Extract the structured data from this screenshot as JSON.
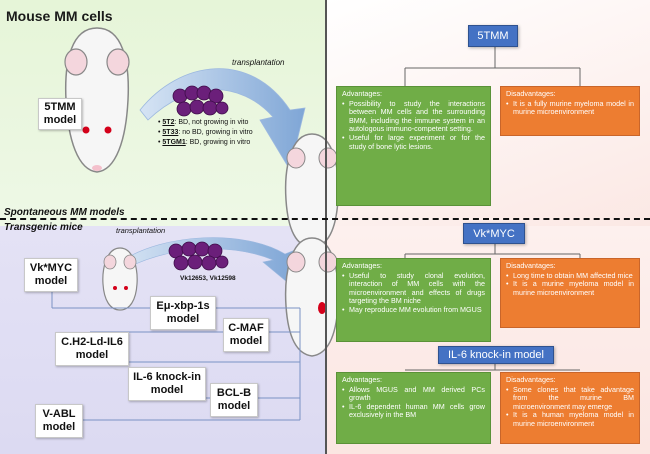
{
  "left_top": {
    "title": "Mouse MM cells",
    "arrow_label": "transplantation",
    "model_box": "5TMM\nmodel",
    "strains": [
      {
        "name": "5T2",
        "desc": ": BD, not growing in vito"
      },
      {
        "name": "5T33",
        "desc": ": no BD, growing in vitro"
      },
      {
        "name": "5TGM1",
        "desc": ": BD, growing in vitro"
      }
    ]
  },
  "section_labels": {
    "spontaneous": "Spontaneous MM models",
    "transgenic": "Transgenic mice"
  },
  "left_bottom": {
    "arrow_label": "transplantation",
    "cell_labels": "Vk12653, Vk12598",
    "models": [
      {
        "key": "vkmyc",
        "label": "Vk*MYC\nmodel"
      },
      {
        "key": "xbp",
        "label": "Eμ-xbp-1s\nmodel"
      },
      {
        "key": "cmaf",
        "label": "C-MAF\nmodel"
      },
      {
        "key": "h2",
        "label": "C.H2-Ld-IL6\nmodel"
      },
      {
        "key": "il6",
        "label": "IL-6 knock-in\nmodel"
      },
      {
        "key": "bclb",
        "label": "BCL-B\nmodel"
      },
      {
        "key": "vabl",
        "label": "V-ABL\nmodel"
      }
    ]
  },
  "right": {
    "sections": [
      {
        "title": "5TMM",
        "adv_head": "Advantages:",
        "adv": [
          "Possibility to study the interactions between MM cells and the surrounding BMM, including the immune system in an autologous immuno-competent setting.",
          "Useful for large experiment or for the study of bone lytic lesions."
        ],
        "dis_head": "Disadvantages:",
        "dis": [
          "It is a fully murine myeloma model in murine microenvironment"
        ]
      },
      {
        "title": "Vk*MYC",
        "adv_head": "Advantages:",
        "adv": [
          "Useful to study clonal evolution, interaction of MM cells with the microenvironment and effects of drugs targeting the BM niche",
          "May reproduce MM evolution from MGUS"
        ],
        "dis_head": "Disadvantages:",
        "dis": [
          "Long time to obtain MM affected mice",
          "It is a murine myeloma model in murine microenvironment"
        ]
      },
      {
        "title": "IL-6 knock-in model",
        "adv_head": "Advantages:",
        "adv": [
          "Allows MGUS and MM derived PCs growth",
          "IL-6 dependent human MM cells grow exclusively in the BM"
        ],
        "dis_head": "Disadvantages:",
        "dis": [
          "Some clones that take advantage from the murine BM microenvironment may emerge",
          "It is a human myeloma model in murine microenvironment"
        ]
      }
    ]
  },
  "colors": {
    "blue": "#4472c4",
    "green": "#70ad47",
    "orange": "#ed7d31",
    "arrow": "#7fa6d6"
  }
}
